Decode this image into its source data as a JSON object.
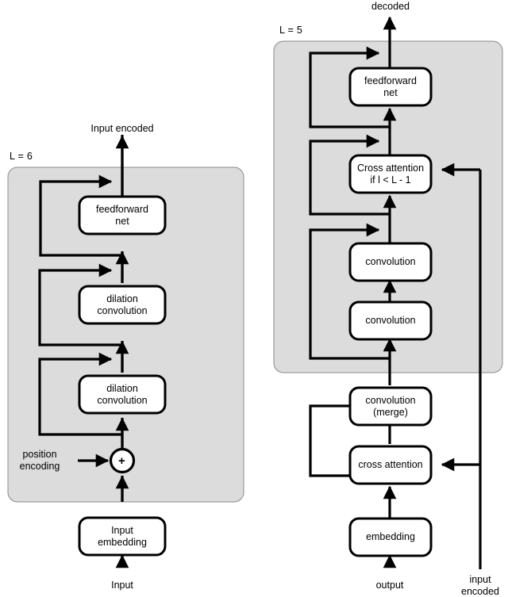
{
  "figure": {
    "type": "architecture-diagram",
    "background": "#ffffff",
    "panel_fill": "#dcdcdc",
    "box_fill": "#ffffff",
    "stroke": "#000000"
  },
  "encoder": {
    "panel_label": "L = 6",
    "output_label": "Input encoded",
    "input_label": "Input",
    "side_input_label": "position\nencoding",
    "merge_node": "+",
    "blocks": [
      {
        "id": "ff",
        "label": "feedforward\nnet"
      },
      {
        "id": "dilconv2",
        "label": "dilation\nconvolution"
      },
      {
        "id": "dilconv1",
        "label": "dilation\nconvolution"
      },
      {
        "id": "embed",
        "label": "Input\nembedding"
      }
    ]
  },
  "decoder": {
    "panel_label": "L = 5",
    "output_label": "decoded",
    "input_label": "output",
    "side_input_label": "input\nencoded",
    "blocks": [
      {
        "id": "ff",
        "label": "feedforward\nnet"
      },
      {
        "id": "xattn_cond",
        "label": "Cross attention\nif l < L - 1"
      },
      {
        "id": "conv2",
        "label": "convolution"
      },
      {
        "id": "conv1",
        "label": "convolution"
      },
      {
        "id": "convmerge",
        "label": "convolution\n(merge)"
      },
      {
        "id": "xattn",
        "label": "cross attention"
      },
      {
        "id": "embedding",
        "label": "embedding"
      }
    ]
  }
}
